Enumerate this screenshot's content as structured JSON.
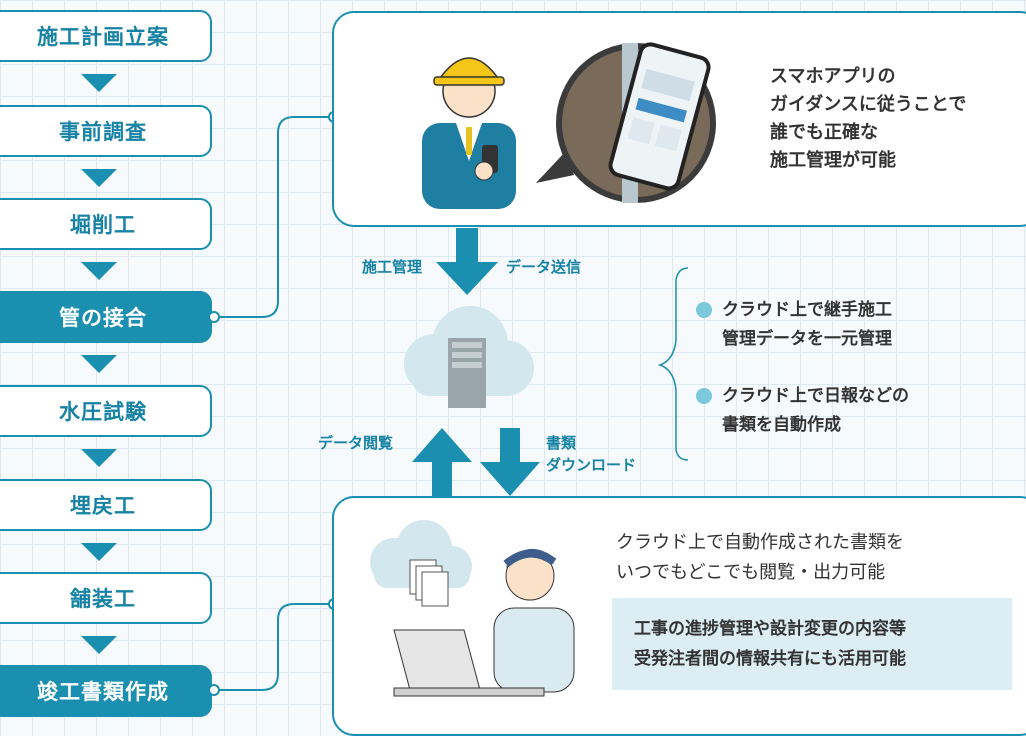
{
  "flow": {
    "steps": [
      {
        "label": "施工計画立案",
        "active": false
      },
      {
        "label": "事前調査",
        "active": false
      },
      {
        "label": "堀削工",
        "active": false
      },
      {
        "label": "管の接合",
        "active": true
      },
      {
        "label": "水圧試験",
        "active": false
      },
      {
        "label": "埋戻工",
        "active": false
      },
      {
        "label": "舗装工",
        "active": false
      },
      {
        "label": "竣工書類作成",
        "active": true
      }
    ]
  },
  "top_card": {
    "lines": [
      "スマホアプリの",
      "ガイダンスに従うことで",
      "誰でも正確な",
      "施工管理が可能"
    ]
  },
  "arrows": {
    "down_left": "施工管理",
    "down_right": "データ送信",
    "up_label": "データ閲覧",
    "down2_line1": "書類",
    "down2_line2": "ダウンロード"
  },
  "cloud_notes": [
    {
      "line1": "クラウド上で継手施工",
      "line2": "管理データを一元管理"
    },
    {
      "line1": "クラウド上で日報などの",
      "line2": "書類を自動作成"
    }
  ],
  "bottom_card": {
    "lines": [
      "クラウド上で自動作成された書類を",
      "いつでもどこでも閲覧・出力可能"
    ],
    "highlight": [
      "工事の進捗管理や設計変更の内容等",
      "受発注者間の情報共有にも活用可能"
    ]
  },
  "colors": {
    "accent": "#1b8fb0",
    "accent_light": "#7cc8dc",
    "highlight_bg": "#dcedf4"
  }
}
